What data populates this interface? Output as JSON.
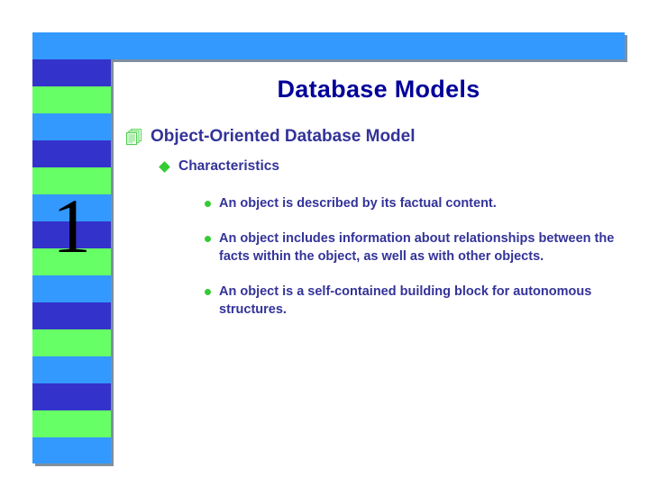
{
  "slide": {
    "title": "Database Models",
    "number": "1",
    "colors": {
      "banner": "#3399ff",
      "stripe_dark_blue": "#3333cc",
      "stripe_green": "#66ff66",
      "stripe_light_blue": "#3399ff",
      "title_text": "#000099",
      "body_text": "#333399",
      "bullet_green": "#33cc33",
      "shadow": "#7f8f9f",
      "background": "#ffffff"
    },
    "sidebar_stripes": [
      "dark",
      "green",
      "light",
      "dark",
      "green",
      "light",
      "dark",
      "green",
      "light",
      "dark",
      "green",
      "light",
      "dark",
      "green",
      "light"
    ],
    "bullets": {
      "level1": {
        "icon": "stacked-documents-icon",
        "text": "Object-Oriented Database Model"
      },
      "level2": {
        "icon": "diamond-bullet-icon",
        "text": "Characteristics"
      },
      "level3": {
        "icon": "dot-bullet-icon",
        "items": [
          "An object is described by its factual content.",
          "An object includes information about relationships between the facts within the object, as well as with other objects.",
          "An object is a self-contained building block for autonomous structures."
        ]
      }
    }
  }
}
